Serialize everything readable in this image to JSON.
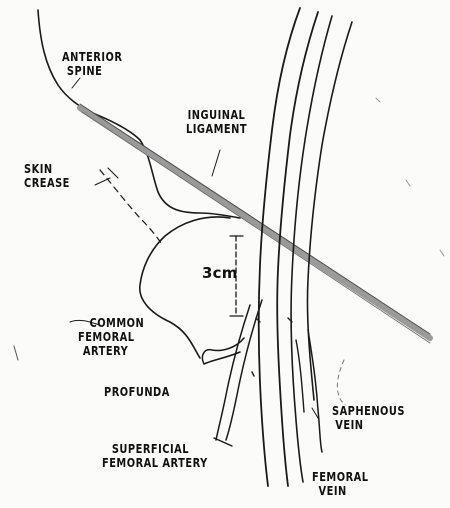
{
  "diagram": {
    "labels": {
      "anterior_spine": [
        "ANTERIOR",
        "SPINE"
      ],
      "inguinal_ligament": [
        "INGUINAL",
        "LIGAMENT"
      ],
      "skin_crease": [
        "SKIN",
        "CREASE"
      ],
      "distance": "3cm",
      "common_femoral_artery": [
        "COMMON",
        "FEMORAL",
        "ARTERY"
      ],
      "profunda": "PROFUNDA",
      "saphenous_vein": [
        "SAPHENOUS",
        "VEIN"
      ],
      "superficial_femoral_artery": [
        "SUPERFICIAL",
        "FEMORAL ARTERY"
      ],
      "femoral_vein": [
        "FEMORAL",
        "VEIN"
      ]
    },
    "colors": {
      "ink": "#111111",
      "ligament": "#9a9a9a",
      "background": "#fbfbf9"
    }
  }
}
